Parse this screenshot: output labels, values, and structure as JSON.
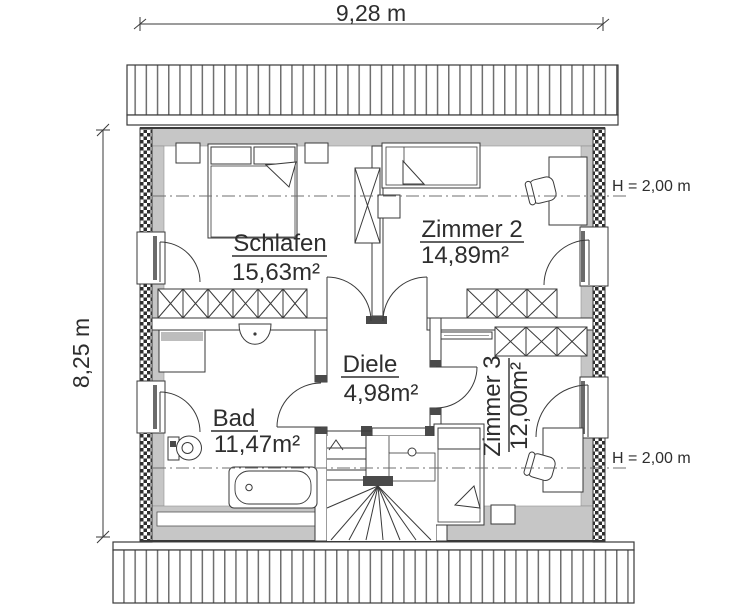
{
  "plan": {
    "width_dimension": "9,28 m",
    "height_dimension": "8,25 m",
    "height_annotation_top": "H = 2,00 m",
    "height_annotation_bottom": "H = 2,00 m",
    "rooms": [
      {
        "name": "Schlafen",
        "area": "15,63m²"
      },
      {
        "name": "Zimmer 2",
        "area": "14,89m²"
      },
      {
        "name": "Diele",
        "area": "4,98m²"
      },
      {
        "name": "Bad",
        "area": "11,47m²"
      },
      {
        "name": "Zimmer 3",
        "area": "12,00m²"
      }
    ],
    "colors": {
      "line": "#3a3a3a",
      "knee_area": "#c6c6c6",
      "background": "#ffffff"
    }
  }
}
